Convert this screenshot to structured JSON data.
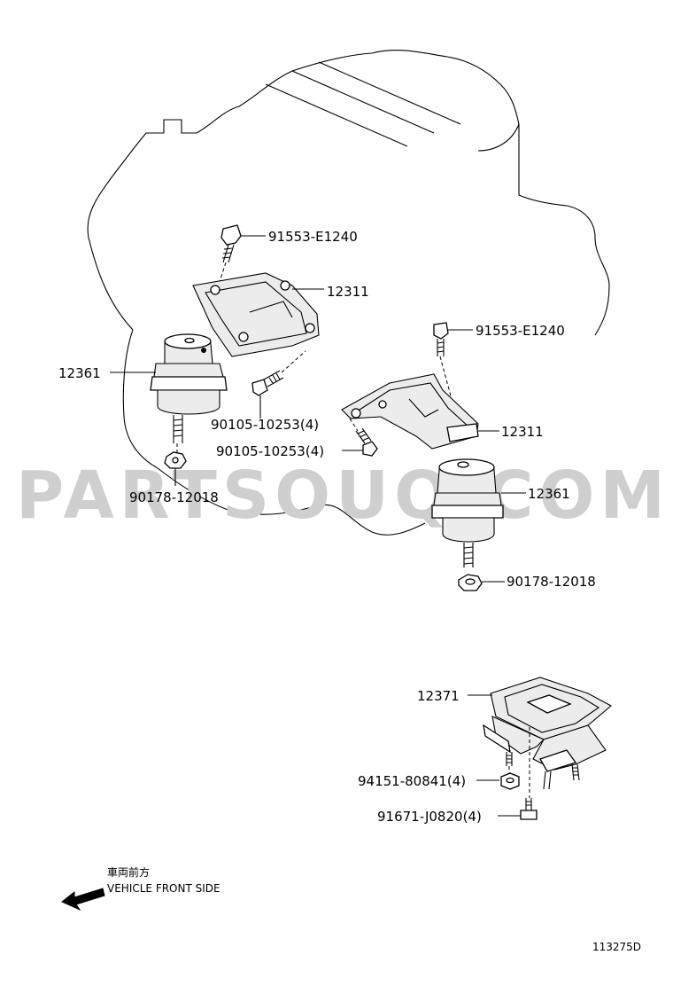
{
  "watermark": "PARTSOUQ.COM",
  "labels": {
    "bolt_left": "91553-E1240",
    "bracket_left": "12311",
    "mount_left": "12361",
    "bolt_mid_left": "90105-10253(4)",
    "nut_left": "90178-12018",
    "bolt_right": "91553-E1240",
    "bolt_mid_right": "90105-10253(4)",
    "bracket_right": "12311",
    "mount_right": "12361",
    "nut_right": "90178-12018",
    "rear_mount": "12371",
    "rear_nut": "94151-80841(4)",
    "rear_bolt": "91671-J0820(4)"
  },
  "direction": {
    "japanese": "車両前方",
    "english": "VEHICLE FRONT SIDE"
  },
  "diagram_id": "113275D"
}
